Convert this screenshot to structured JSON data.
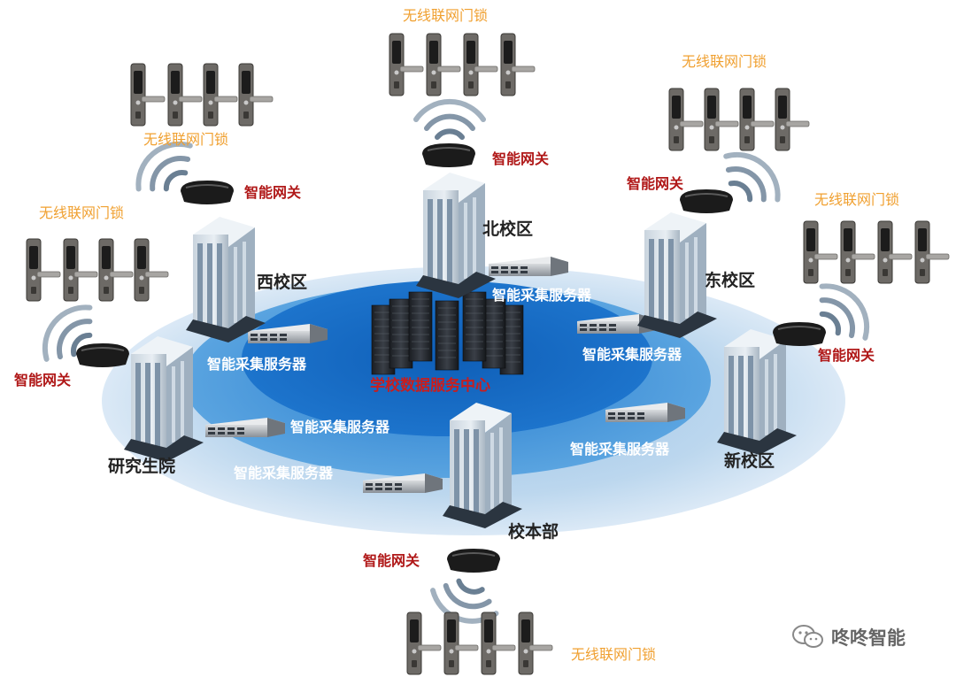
{
  "labels": {
    "lock": "无线联网门锁",
    "gateway": "智能网关",
    "server": "智能采集服务器",
    "center": "学校数据服务中心"
  },
  "campuses": {
    "north": "北校区",
    "west": "西校区",
    "east": "东校区",
    "graduate": "研究生院",
    "new": "新校区",
    "main": "校本部"
  },
  "watermark": "咚咚智能",
  "colors": {
    "outer_ring": "#c5dcef",
    "middle_ring": "#3d8fd6",
    "inner_ring": "#1a6ec4",
    "gateway_label": "#b01818",
    "lock_label": "#f0a030",
    "center_label": "#c81e1e"
  }
}
